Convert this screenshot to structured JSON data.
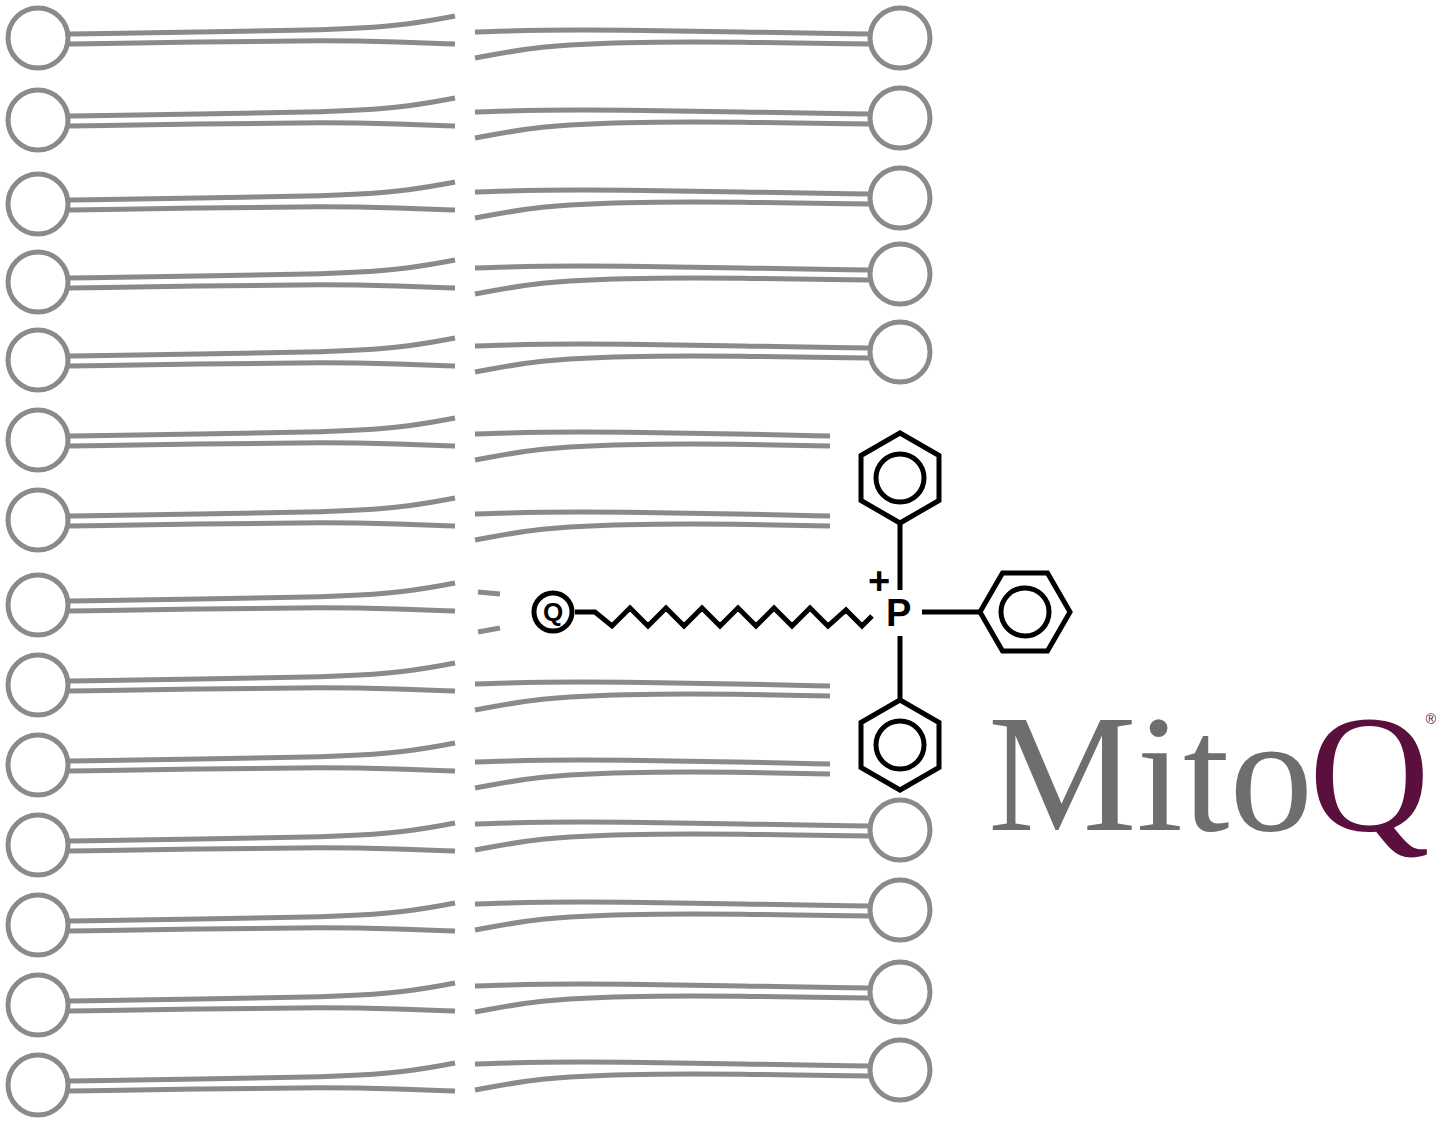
{
  "diagram": {
    "nodes": [
      {
        "text": [
          "Q"
        ]
      }
    ],
    "labels": [
      "+",
      "P",
      "Mito",
      "Q",
      "®"
    ]
  }
}
